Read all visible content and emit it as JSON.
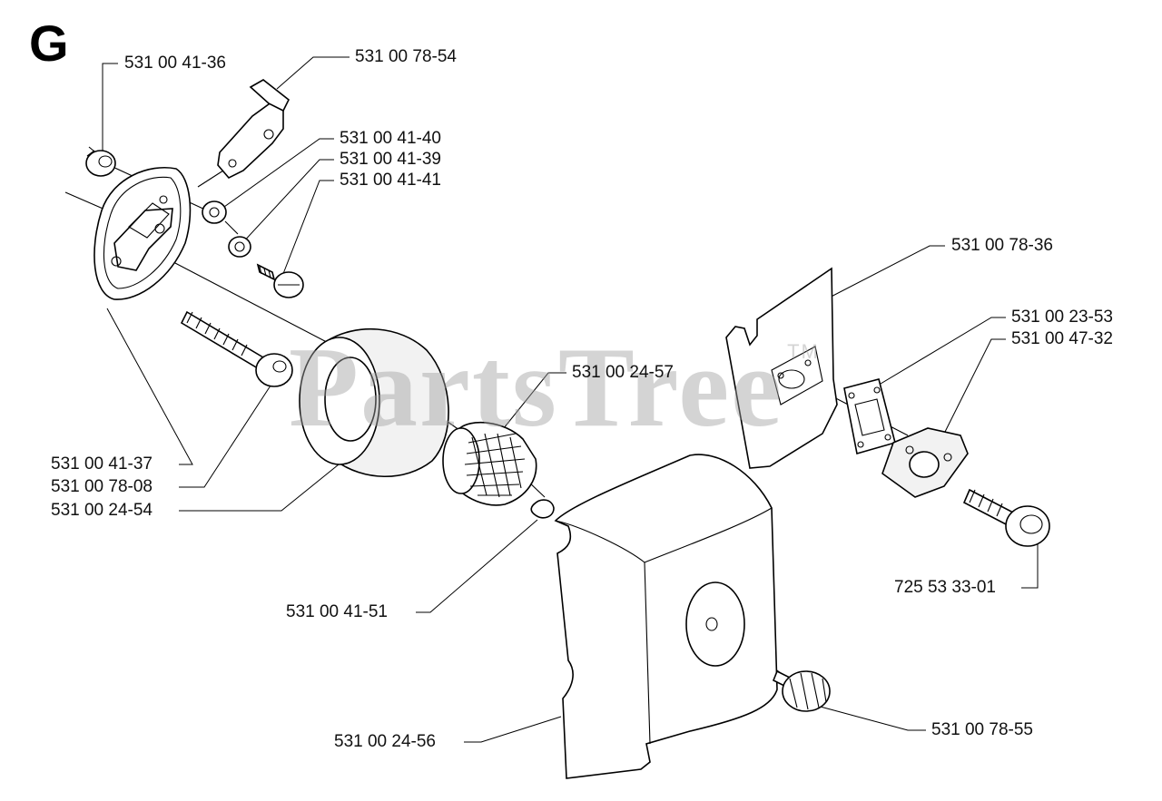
{
  "section_letter": "G",
  "watermark": {
    "text": "PartsTree",
    "trademark": "TM"
  },
  "parts": {
    "p1": "531 00 41-36",
    "p2": "531 00 78-54",
    "p3": "531 00 41-40",
    "p4": "531 00 41-39",
    "p5": "531 00 41-41",
    "p6": "531 00 78-36",
    "p7": "531 00 23-53",
    "p8": "531 00 47-32",
    "p9": "531 00 24-57",
    "p10": "531 00 41-37",
    "p11": "531 00 78-08",
    "p12": "531 00 24-54",
    "p13": "725 53 33-01",
    "p14": "531 00 41-51",
    "p15": "531 00 24-56",
    "p16": "531 00 78-55"
  }
}
